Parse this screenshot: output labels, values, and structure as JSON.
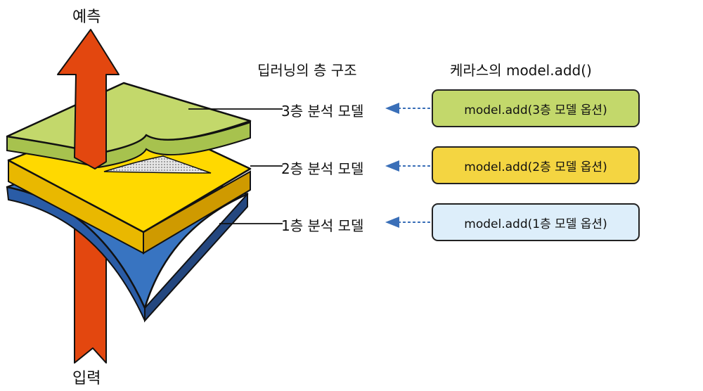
{
  "diagram": {
    "output_label": "예측",
    "input_label": "입력",
    "structure_heading": "딥러닝의 층 구조",
    "keras_heading": "케라스의 model.add()",
    "layers": [
      {
        "label": "3층 분석 모델",
        "code": "model.add(3층 모델 옵션)",
        "color": "#c3d86b"
      },
      {
        "label": "2층 분석 모델",
        "code": "model.add(2층 모델 옵션)",
        "color": "#f4d541"
      },
      {
        "label": "1층 분석 모델",
        "code": "model.add(1층 모델 옵션)",
        "color": "#ddeefa"
      }
    ],
    "colors": {
      "arrow": "#e3470f",
      "layer_top": "#c3d86b",
      "layer_mid": "#ffd900",
      "layer_bottom": "#3874c1",
      "connector": "#3a6fb8"
    }
  }
}
